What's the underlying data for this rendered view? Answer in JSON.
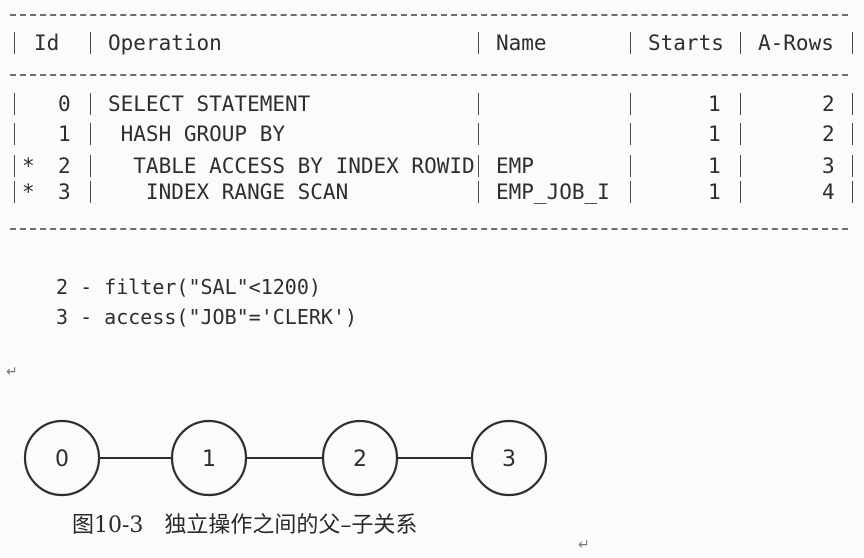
{
  "table": {
    "headers": [
      "Id",
      "Operation",
      "Name",
      "Starts",
      "A-Rows"
    ],
    "rows": [
      {
        "marker": "",
        "id": "0",
        "operation": "SELECT STATEMENT",
        "name": "",
        "starts": "1",
        "arows": "2"
      },
      {
        "marker": "",
        "id": "1",
        "operation": " HASH GROUP BY",
        "name": "",
        "starts": "1",
        "arows": "2"
      },
      {
        "marker": "*",
        "id": "2",
        "operation": "  TABLE ACCESS BY INDEX ROWID",
        "name": "EMP",
        "starts": "1",
        "arows": "3"
      },
      {
        "marker": "*",
        "id": "3",
        "operation": "   INDEX RANGE SCAN",
        "name": "EMP_JOB_I",
        "starts": "1",
        "arows": "4"
      }
    ]
  },
  "predicates": [
    "2 - filter(\"SAL\"<1200)",
    "3 - access(\"JOB\"='CLERK')"
  ],
  "return_mark": "↵",
  "diagram": {
    "nodes": [
      "0",
      "1",
      "2",
      "3"
    ]
  },
  "caption": "图10-3   独立操作之间的父–子关系"
}
